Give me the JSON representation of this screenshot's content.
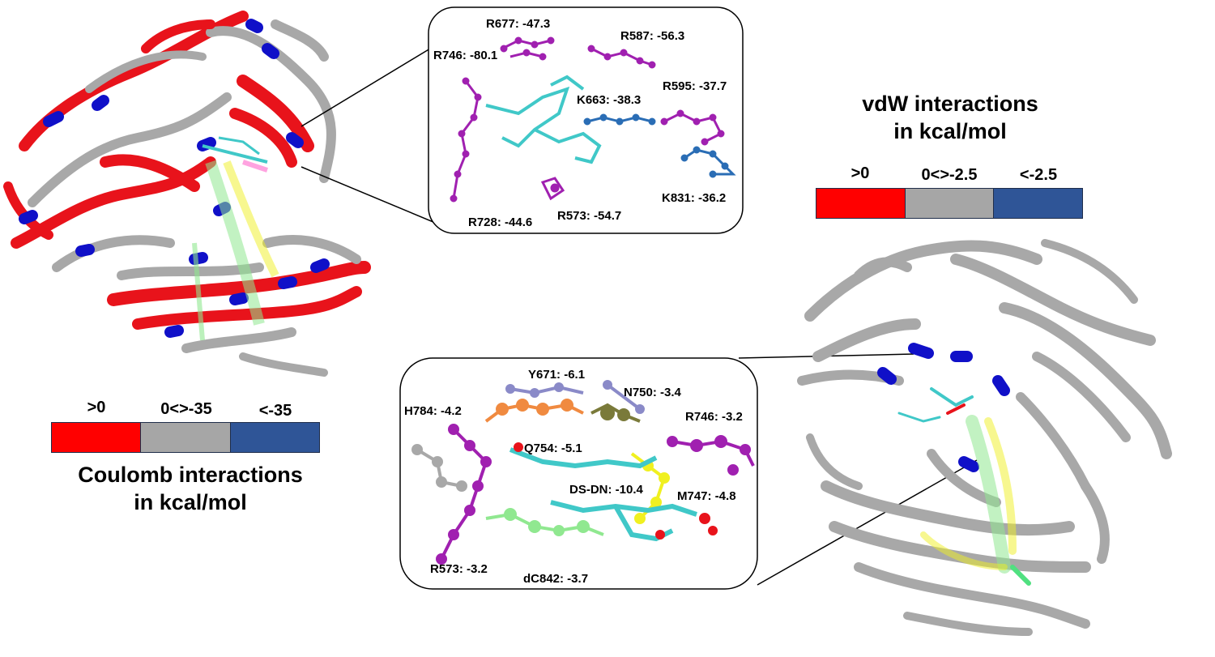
{
  "coulomb": {
    "title_line1": "Coulomb interactions",
    "title_line2": "in kcal/mol",
    "scale": [
      {
        "label": ">0",
        "color": "#ff0000"
      },
      {
        "label": "0<>-35",
        "color": "#a6a6a6"
      },
      {
        "label": "<-35",
        "color": "#2f5597"
      }
    ]
  },
  "vdw": {
    "title_line1": "vdW interactions",
    "title_line2": "in kcal/mol",
    "scale": [
      {
        "label": ">0",
        "color": "#ff0000"
      },
      {
        "label": "0<>-2.5",
        "color": "#a6a6a6"
      },
      {
        "label": "<-2.5",
        "color": "#2f5597"
      }
    ]
  },
  "coulomb_inset": {
    "labels": {
      "r677": "R677: -47.3",
      "r587": "R587: -56.3",
      "r746": "R746: -80.1",
      "r595": "R595: -37.7",
      "k663": "K663: -38.3",
      "k831": "K831: -36.2",
      "r728": "R728: -44.6",
      "r573": "R573: -54.7"
    }
  },
  "vdw_inset": {
    "labels": {
      "y671": "Y671: -6.1",
      "n750": "N750: -3.4",
      "h784": "H784: -4.2",
      "r746": "R746: -3.2",
      "q754": "Q754: -5.1",
      "dsdn": "DS-DN: -10.4",
      "m747": "M747: -4.8",
      "r573": "R573: -3.2",
      "dc842": "dC842: -3.7"
    }
  },
  "colors": {
    "red": "#e8131b",
    "blue": "#1010c8",
    "gray": "#a8a8a8",
    "magenta": "#a020b0",
    "steelblue": "#2a6db5",
    "cyan": "#40c8c8",
    "yellow": "#f0f020",
    "green": "#90e890",
    "orange": "#f08a40",
    "olive": "#7a7a3a",
    "lavender": "#8a8ac8"
  }
}
